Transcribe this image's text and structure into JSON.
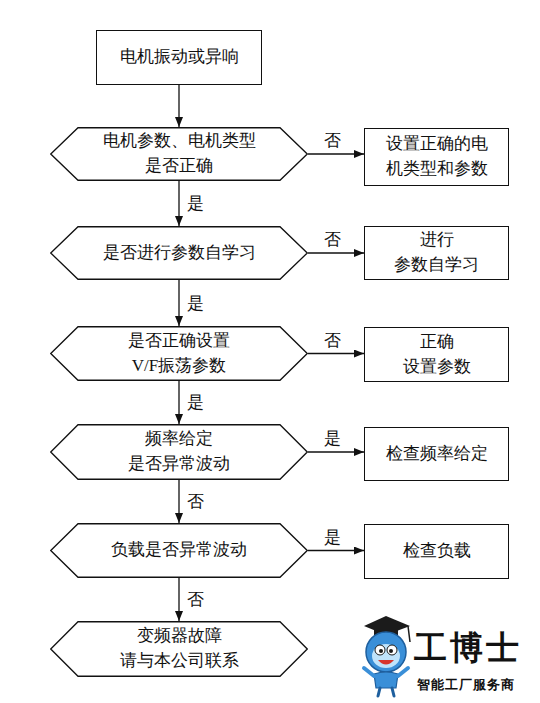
{
  "diagram": {
    "nodes": [
      {
        "text": [
          "电机振动或异响"
        ]
      },
      {
        "text": [
          "电机参数、电机类型 是否正确"
        ]
      },
      {
        "text": [
          "设置正确的电 机类型和参数"
        ]
      },
      {
        "text": [
          "是否进行参数自学习"
        ]
      },
      {
        "text": [
          "进行 参数自学习"
        ]
      },
      {
        "text": [
          "是否正确设置 V/F振荡参数"
        ]
      },
      {
        "text": [
          "正确 设置参数"
        ]
      },
      {
        "text": [
          "频率给定 是否异常波动"
        ]
      },
      {
        "text": [
          "检查频率给定"
        ]
      },
      {
        "text": [
          "负载是否异常波动"
        ]
      },
      {
        "text": [
          "检查负载"
        ]
      },
      {
        "text": [
          "变频器故障 请与本公司联系"
        ]
      }
    ],
    "edges": [
      {
        "from": 0,
        "to": 1,
        "arrow": "to"
      },
      {
        "from": 1,
        "to": 2,
        "label": "否",
        "arrow": "to"
      },
      {
        "from": 1,
        "to": 3,
        "label": "是",
        "arrow": "to"
      },
      {
        "from": 3,
        "to": 4,
        "label": "否",
        "arrow": "to"
      },
      {
        "from": 3,
        "to": 5,
        "label": "是",
        "arrow": "to"
      },
      {
        "from": 5,
        "to": 6,
        "label": "否",
        "arrow": "to"
      },
      {
        "from": 5,
        "to": 7,
        "label": "是",
        "arrow": "to"
      },
      {
        "from": 7,
        "to": 8,
        "label": "是",
        "arrow": "to"
      },
      {
        "from": 7,
        "to": 9,
        "label": "否",
        "arrow": "to"
      },
      {
        "from": 9,
        "to": 10,
        "label": "是",
        "arrow": "to"
      },
      {
        "from": 9,
        "to": 11,
        "label": "否",
        "arrow": "to"
      }
    ],
    "labels": [
      "工博士",
      "智能工厂服务商"
    ]
  }
}
